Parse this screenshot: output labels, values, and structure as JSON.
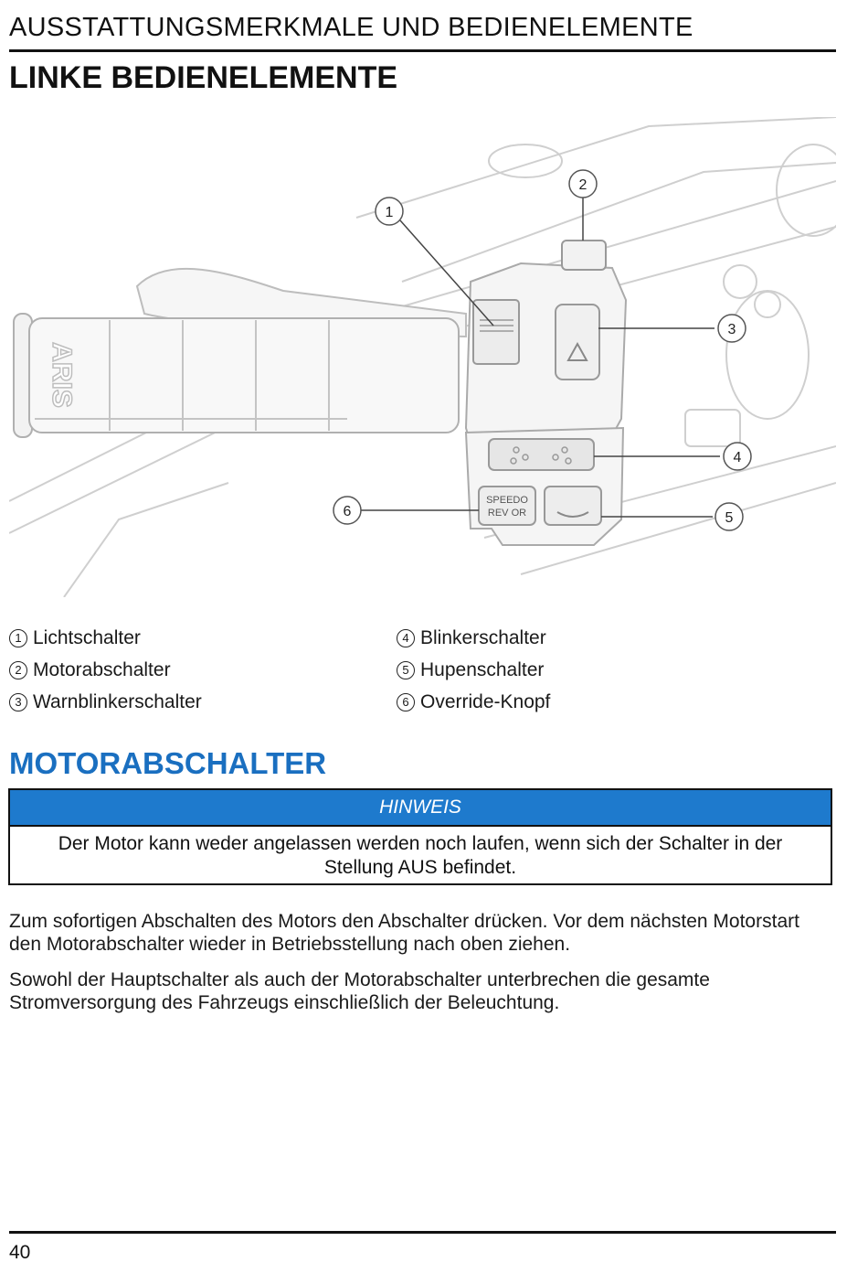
{
  "header": {
    "title": "AUSSTATTUNGSMERKMALE UND BEDIENELEMENTE"
  },
  "section": {
    "title": "LINKE BEDIENELEMENTE"
  },
  "figure": {
    "callouts": [
      "1",
      "2",
      "3",
      "4",
      "5",
      "6"
    ],
    "grip_text": "ARIS",
    "button_speedo": "SPEEDO",
    "button_rev": "REV OR"
  },
  "legend": [
    {
      "num": "1",
      "label": "Lichtschalter"
    },
    {
      "num": "2",
      "label": "Motorabschalter"
    },
    {
      "num": "3",
      "label": "Warnblinkerschalter"
    },
    {
      "num": "4",
      "label": "Blinkerschalter"
    },
    {
      "num": "5",
      "label": "Hupenschalter"
    },
    {
      "num": "6",
      "label": "Override-Knopf"
    }
  ],
  "subsection": {
    "title": "MOTORABSCHALTER"
  },
  "notice": {
    "title": "HINWEIS",
    "text": "Der Motor kann weder angelassen werden noch laufen, wenn sich der Schalter in der Stellung AUS befindet."
  },
  "paragraphs": [
    "Zum sofortigen Abschalten des Motors den Abschalter drücken. Vor dem nächsten Motorstart den Motorabschalter wieder in Betriebsstellung nach oben ziehen.",
    "Sowohl der Hauptschalter als auch der Motorabschalter unterbrechen die gesamte Stromversorgung des Fahrzeugs einschließlich der Beleuchtung."
  ],
  "footer": {
    "page": "40"
  },
  "colors": {
    "accent_blue": "#1a6fc0",
    "notice_bar": "#1e7acd"
  }
}
